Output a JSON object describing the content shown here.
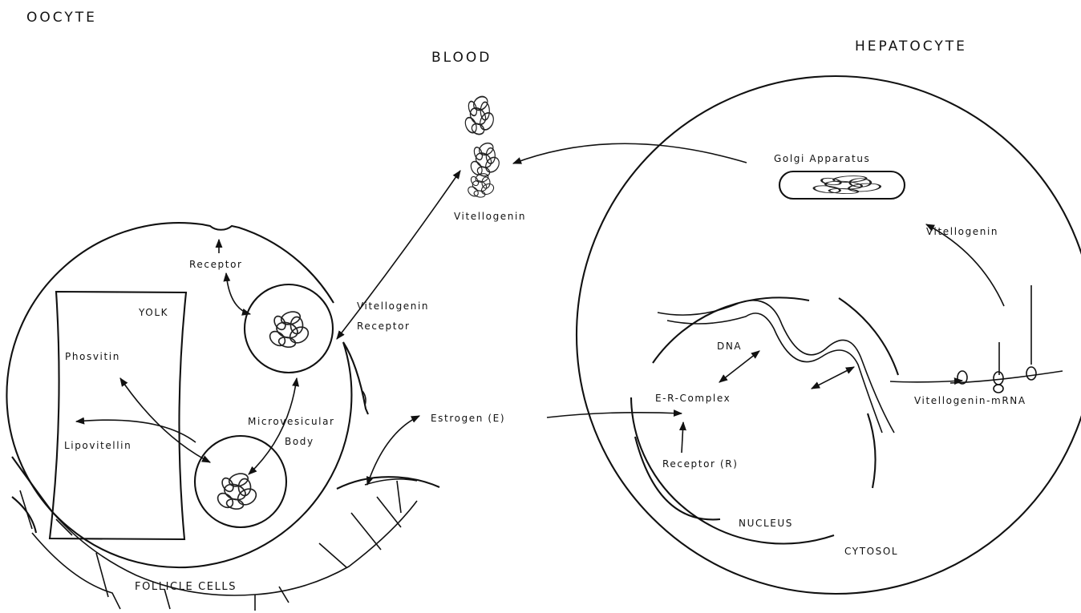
{
  "labels": {
    "oocyte": "OOCYTE",
    "blood": "BLOOD",
    "hepatocyte": "HEPATOCYTE",
    "golgi": "Golgi Apparatus",
    "vitellogenin_blood": "Vitellogenin",
    "vitellogenin_hep": "Vitellogenin",
    "receptor_oocyte": "Receptor",
    "vtg_receptor_line1": "Vitellogenin",
    "vtg_receptor_line2": "Receptor",
    "yolk": "YOLK",
    "phosvitin": "Phosvitin",
    "lipovitellin": "Lipovitellin",
    "microvesicular_line1": "Microvesicular",
    "microvesicular_line2": "Body",
    "estrogen": "Estrogen (E)",
    "dna": "DNA",
    "er_complex": "E-R-Complex",
    "receptor_r": "Receptor (R)",
    "vtg_mrna": "Vitellogenin-mRNA",
    "nucleus": "NUCLEUS",
    "cytosol": "CYTOSOL",
    "follicle_cells": "FOLLICLE CELLS"
  }
}
